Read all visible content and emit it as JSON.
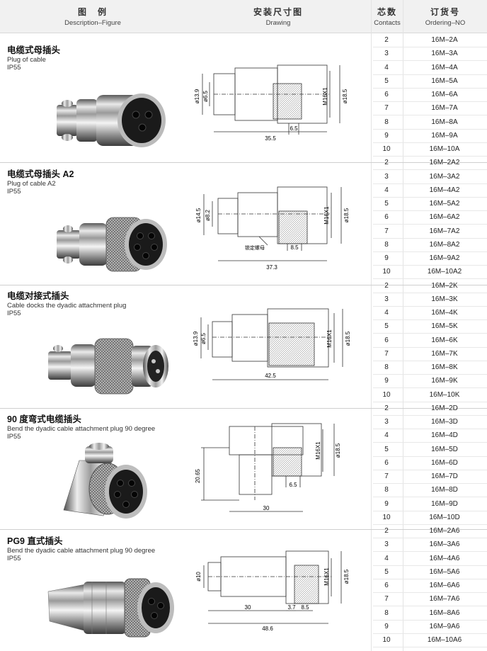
{
  "header": {
    "figure_cn": "图　例",
    "figure_en": "Description–Figure",
    "drawing_cn": "安装尺寸图",
    "drawing_en": "Drawing",
    "contacts_cn": "芯数",
    "contacts_en": "Contacts",
    "ordering_cn": "订货号",
    "ordering_en": "Ordering–NO"
  },
  "sections": [
    {
      "title_cn": "电缆式母插头",
      "title_en": "Plug of cable",
      "ip": "IP55",
      "dims": {
        "d1": "ø13.9",
        "d2": "ø6.5",
        "thread": "M16X1",
        "d3": "ø18.5",
        "s": "6.5",
        "len": "35.5"
      },
      "rows": [
        {
          "contacts": "2",
          "order": "16M–2A"
        },
        {
          "contacts": "3",
          "order": "16M–3A"
        },
        {
          "contacts": "4",
          "order": "16M–4A"
        },
        {
          "contacts": "5",
          "order": "16M–5A"
        },
        {
          "contacts": "6",
          "order": "16M–6A"
        },
        {
          "contacts": "7",
          "order": "16M–7A"
        },
        {
          "contacts": "8",
          "order": "16M–8A"
        },
        {
          "contacts": "9",
          "order": "16M–9A"
        },
        {
          "contacts": "10",
          "order": "16M–10A"
        }
      ]
    },
    {
      "title_cn": "电缆式母插头 A2",
      "title_en": "Plug of cable A2",
      "ip": "IP55",
      "dims": {
        "d1": "ø14.5",
        "d2": "ø8.2",
        "thread": "M16X1",
        "d3": "ø18.5",
        "s": "8.5",
        "len": "37.3",
        "note": "锁定螺母"
      },
      "rows": [
        {
          "contacts": "2",
          "order": "16M–2A2"
        },
        {
          "contacts": "3",
          "order": "16M–3A2"
        },
        {
          "contacts": "4",
          "order": "16M–4A2"
        },
        {
          "contacts": "5",
          "order": "16M–5A2"
        },
        {
          "contacts": "6",
          "order": "16M–6A2"
        },
        {
          "contacts": "7",
          "order": "16M–7A2"
        },
        {
          "contacts": "8",
          "order": "16M–8A2"
        },
        {
          "contacts": "9",
          "order": "16M–9A2"
        },
        {
          "contacts": "10",
          "order": "16M–10A2"
        }
      ]
    },
    {
      "title_cn": "电缆对接式插头",
      "title_en": "Cable docks the dyadic attachment plug",
      "ip": "IP55",
      "dims": {
        "d1": "ø13.9",
        "d2": "ø6.5",
        "thread": "M16X1",
        "d3": "ø18.5",
        "len": "42.5"
      },
      "rows": [
        {
          "contacts": "2",
          "order": "16M–2K"
        },
        {
          "contacts": "3",
          "order": "16M–3K"
        },
        {
          "contacts": "4",
          "order": "16M–4K"
        },
        {
          "contacts": "5",
          "order": "16M–5K"
        },
        {
          "contacts": "6",
          "order": "16M–6K"
        },
        {
          "contacts": "7",
          "order": "16M–7K"
        },
        {
          "contacts": "8",
          "order": "16M–8K"
        },
        {
          "contacts": "9",
          "order": "16M–9K"
        },
        {
          "contacts": "10",
          "order": "16M–10K"
        }
      ]
    },
    {
      "title_cn": "90 度弯式电缆插头",
      "title_en": "Bend the dyadic cable attachment plug 90 degree",
      "ip": "IP55",
      "dims": {
        "thread": "M16X1",
        "d3": "ø18.5",
        "h": "20.65",
        "s": "6.5",
        "len": "30"
      },
      "rows": [
        {
          "contacts": "2",
          "order": "16M–2D"
        },
        {
          "contacts": "3",
          "order": "16M–3D"
        },
        {
          "contacts": "4",
          "order": "16M–4D"
        },
        {
          "contacts": "5",
          "order": "16M–5D"
        },
        {
          "contacts": "6",
          "order": "16M–6D"
        },
        {
          "contacts": "7",
          "order": "16M–7D"
        },
        {
          "contacts": "8",
          "order": "16M–8D"
        },
        {
          "contacts": "9",
          "order": "16M–9D"
        },
        {
          "contacts": "10",
          "order": "16M–10D"
        }
      ]
    },
    {
      "title_cn": "PG9 直式插头",
      "title_en": "Bend the dyadic cable attachment plug 90 degree",
      "ip": "IP55",
      "dims": {
        "d1": "ø10",
        "thread": "M16X1",
        "d3": "ø18.5",
        "a": "30",
        "b": "3.7",
        "s": "8.5",
        "len": "48.6"
      },
      "rows": [
        {
          "contacts": "2",
          "order": "16M–2A6"
        },
        {
          "contacts": "3",
          "order": "16M–3A6"
        },
        {
          "contacts": "4",
          "order": "16M–4A6"
        },
        {
          "contacts": "5",
          "order": "16M–5A6"
        },
        {
          "contacts": "6",
          "order": "16M–6A6"
        },
        {
          "contacts": "7",
          "order": "16M–7A6"
        },
        {
          "contacts": "8",
          "order": "16M–8A6"
        },
        {
          "contacts": "9",
          "order": "16M–9A6"
        },
        {
          "contacts": "10",
          "order": "16M–10A6"
        }
      ]
    }
  ]
}
